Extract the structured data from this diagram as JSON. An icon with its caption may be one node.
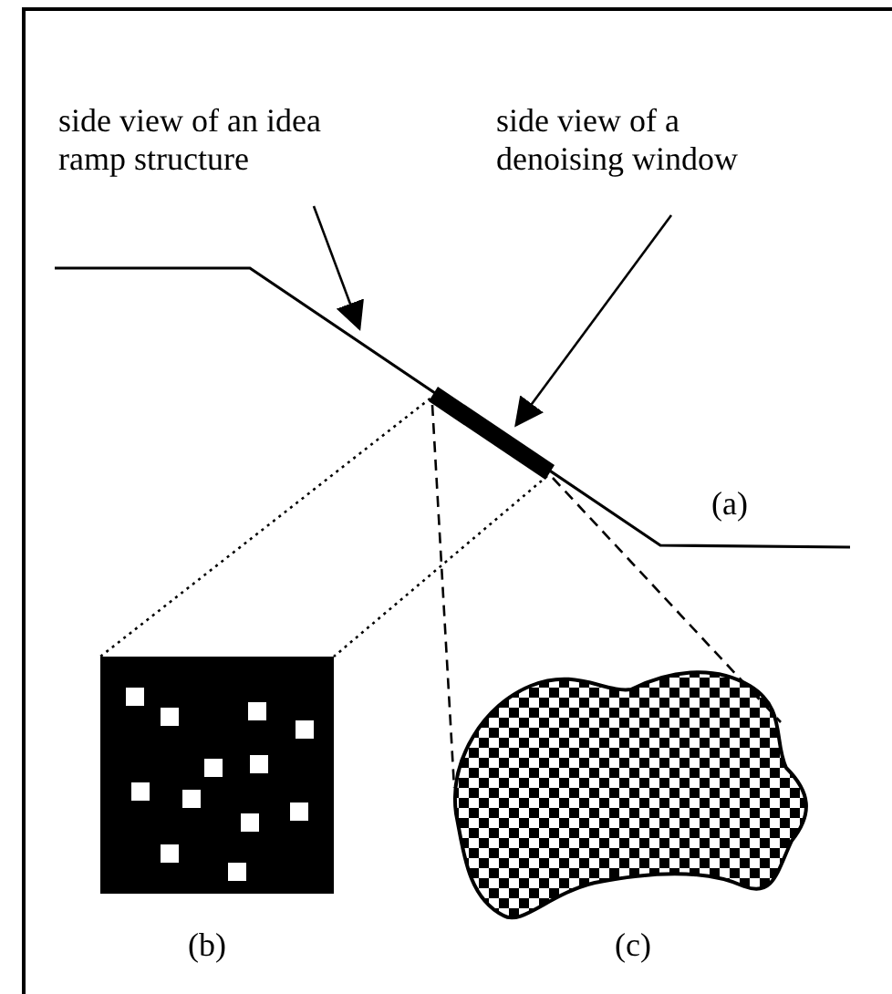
{
  "diagram": {
    "nodes": [
      {
        "text": [
          "side view of an idea ramp structure"
        ]
      },
      {
        "text": [
          "side view of a denoising window"
        ]
      },
      {
        "text": [
          "(a)"
        ]
      },
      {
        "text": [],
        "shape": "bar",
        "in": 2
      },
      {
        "text": [],
        "shape": "picture",
        "beside": [
          "(b)"
        ]
      },
      {
        "text": [],
        "shape": "picture",
        "beside": [
          "(c)"
        ]
      }
    ],
    "edges": [
      {
        "from": 0,
        "to": 2,
        "arrow": "to"
      },
      {
        "from": 1,
        "to": 3,
        "arrow": "to"
      },
      {
        "from": 3,
        "to": 4,
        "arrow": "none",
        "style": "dashed"
      },
      {
        "from": 3,
        "to": 4,
        "arrow": "none",
        "style": "dashed"
      },
      {
        "from": 3,
        "to": 5,
        "arrow": "none",
        "style": "dashed"
      },
      {
        "from": 3,
        "to": 5,
        "arrow": "none",
        "style": "dashed"
      }
    ]
  }
}
